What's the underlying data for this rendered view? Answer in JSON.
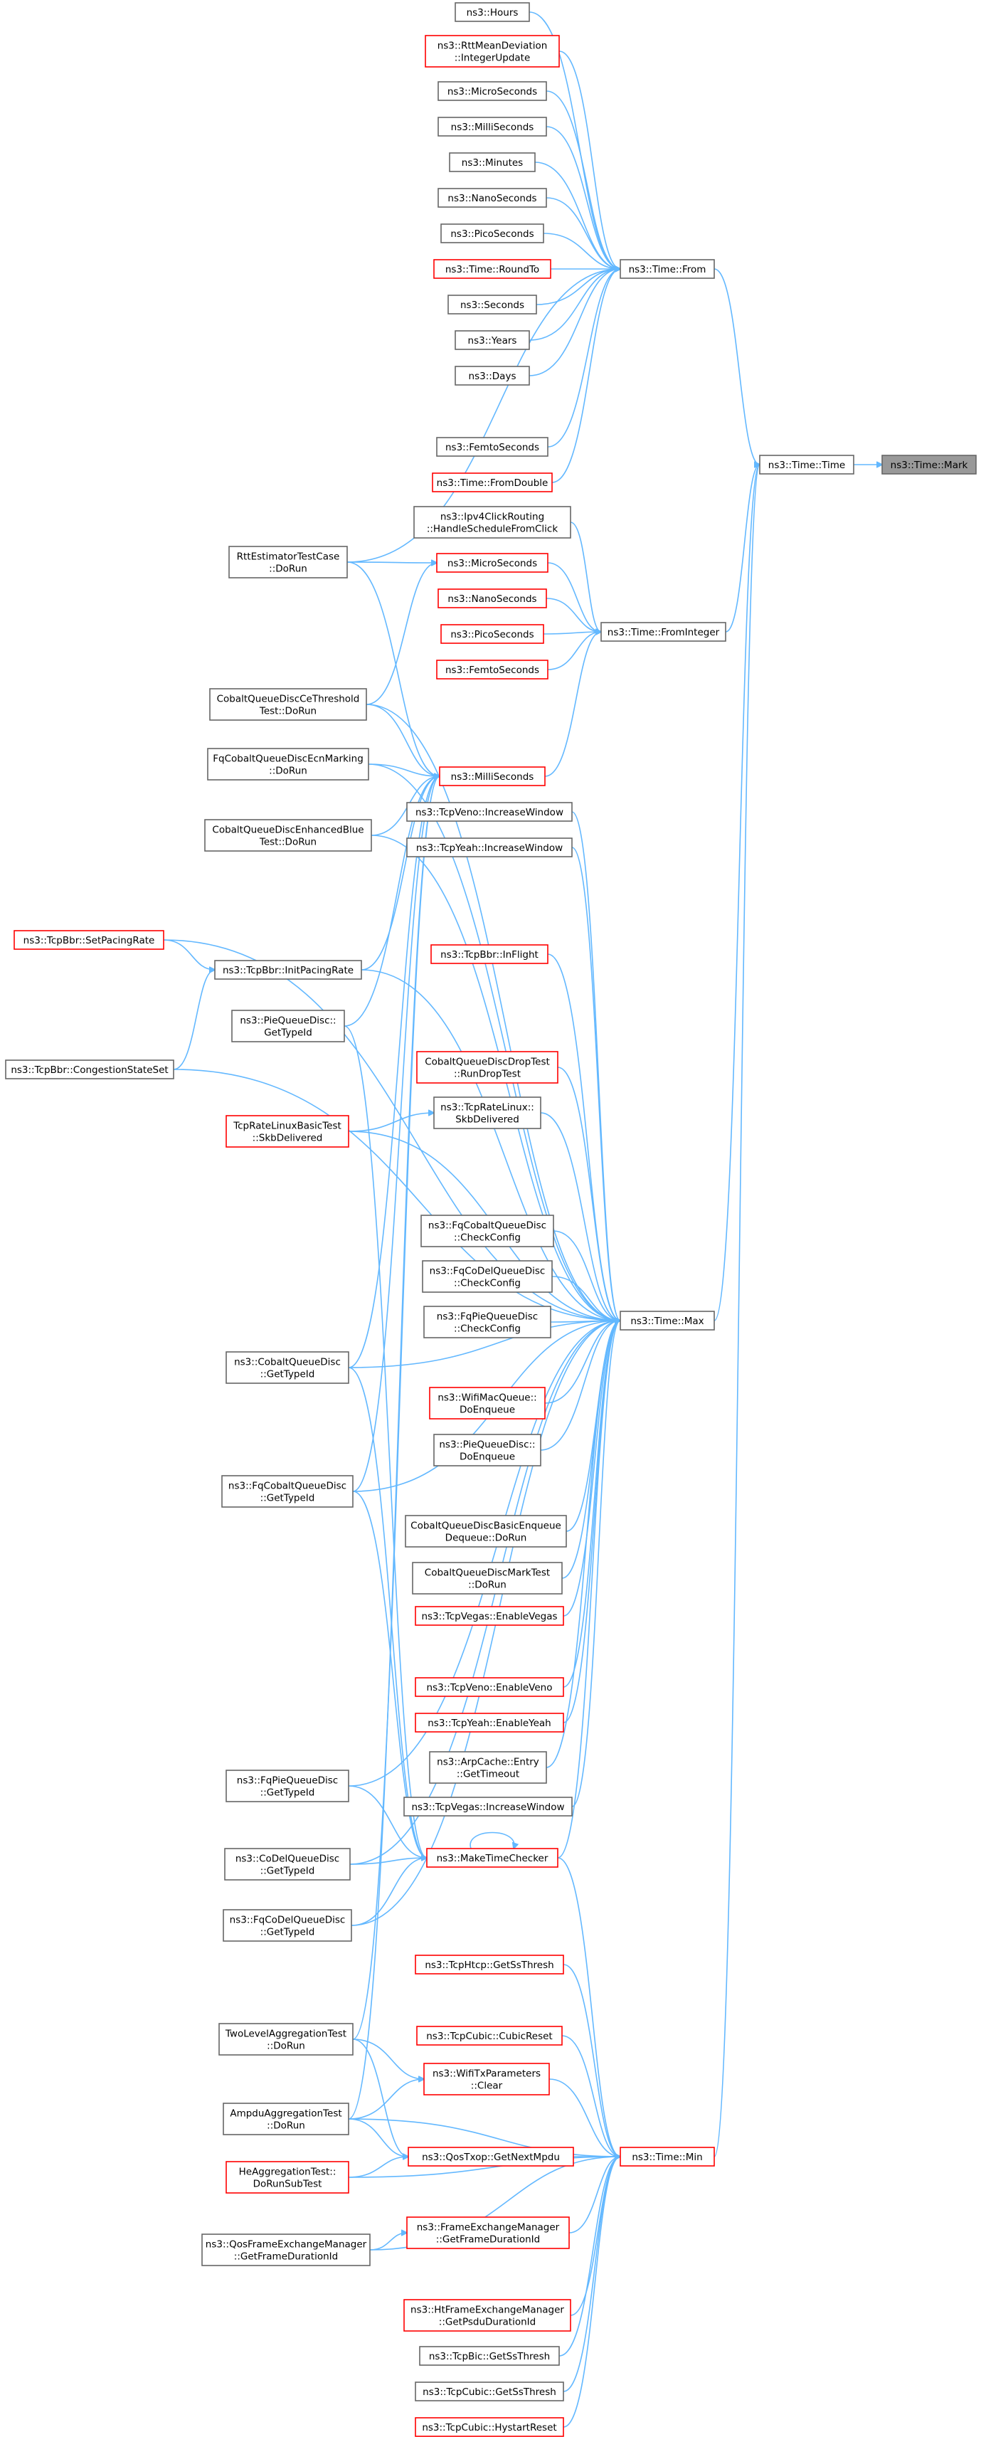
{
  "graph": {
    "nodes": [
      {
        "id": "Mark",
        "lines": [
          "ns3::Time::Mark"
        ],
        "style": "sel"
      },
      {
        "id": "Time",
        "lines": [
          "ns3::Time::Time"
        ],
        "style": "normal"
      },
      {
        "id": "From",
        "lines": [
          "ns3::Time::From"
        ],
        "style": "normal"
      },
      {
        "id": "FromInteger",
        "lines": [
          "ns3::Time::FromInteger"
        ],
        "style": "normal"
      },
      {
        "id": "Max",
        "lines": [
          "ns3::Time::Max"
        ],
        "style": "normal"
      },
      {
        "id": "Min",
        "lines": [
          "ns3::Time::Min"
        ],
        "style": "red"
      },
      {
        "id": "Hours",
        "lines": [
          "ns3::Hours"
        ],
        "style": "normal"
      },
      {
        "id": "RttMeanDev",
        "lines": [
          "ns3::RttMeanDeviation",
          "::IntegerUpdate"
        ],
        "style": "red"
      },
      {
        "id": "MicroSec1",
        "lines": [
          "ns3::MicroSeconds"
        ],
        "style": "normal"
      },
      {
        "id": "MilliSec1",
        "lines": [
          "ns3::MilliSeconds"
        ],
        "style": "normal"
      },
      {
        "id": "Minutes",
        "lines": [
          "ns3::Minutes"
        ],
        "style": "normal"
      },
      {
        "id": "NanoSec1",
        "lines": [
          "ns3::NanoSeconds"
        ],
        "style": "normal"
      },
      {
        "id": "PicoSec1",
        "lines": [
          "ns3::PicoSeconds"
        ],
        "style": "normal"
      },
      {
        "id": "RoundTo",
        "lines": [
          "ns3::Time::RoundTo"
        ],
        "style": "red"
      },
      {
        "id": "Seconds",
        "lines": [
          "ns3::Seconds"
        ],
        "style": "normal"
      },
      {
        "id": "Years",
        "lines": [
          "ns3::Years"
        ],
        "style": "normal"
      },
      {
        "id": "Days",
        "lines": [
          "ns3::Days"
        ],
        "style": "normal"
      },
      {
        "id": "FemtoSec1",
        "lines": [
          "ns3::FemtoSeconds"
        ],
        "style": "normal"
      },
      {
        "id": "FromDouble",
        "lines": [
          "ns3::Time::FromDouble"
        ],
        "style": "red"
      },
      {
        "id": "Ipv4Click",
        "lines": [
          "ns3::Ipv4ClickRouting",
          "::HandleScheduleFromClick"
        ],
        "style": "normal"
      },
      {
        "id": "MicroSec2",
        "lines": [
          "ns3::MicroSeconds"
        ],
        "style": "red"
      },
      {
        "id": "NanoSec2",
        "lines": [
          "ns3::NanoSeconds"
        ],
        "style": "red"
      },
      {
        "id": "PicoSec2",
        "lines": [
          "ns3::PicoSeconds"
        ],
        "style": "red"
      },
      {
        "id": "FemtoSec2",
        "lines": [
          "ns3::FemtoSeconds"
        ],
        "style": "red"
      },
      {
        "id": "MilliSec2",
        "lines": [
          "ns3::MilliSeconds"
        ],
        "style": "red"
      },
      {
        "id": "RttEst",
        "lines": [
          "RttEstimatorTestCase",
          "::DoRun"
        ],
        "style": "normal"
      },
      {
        "id": "CobaltCe",
        "lines": [
          "CobaltQueueDiscCeThreshold",
          "Test::DoRun"
        ],
        "style": "normal"
      },
      {
        "id": "FqCobaltEcn",
        "lines": [
          "FqCobaltQueueDiscEcnMarking",
          "::DoRun"
        ],
        "style": "normal"
      },
      {
        "id": "CobaltEnhBlue",
        "lines": [
          "CobaltQueueDiscEnhancedBlue",
          "Test::DoRun"
        ],
        "style": "normal"
      },
      {
        "id": "TcpVenoInc",
        "lines": [
          "ns3::TcpVeno::IncreaseWindow"
        ],
        "style": "normal"
      },
      {
        "id": "TcpYeahInc",
        "lines": [
          "ns3::TcpYeah::IncreaseWindow"
        ],
        "style": "normal"
      },
      {
        "id": "SetPacing",
        "lines": [
          "ns3::TcpBbr::SetPacingRate"
        ],
        "style": "red"
      },
      {
        "id": "InitPacing",
        "lines": [
          "ns3::TcpBbr::InitPacingRate"
        ],
        "style": "normal"
      },
      {
        "id": "InFlight",
        "lines": [
          "ns3::TcpBbr::InFlight"
        ],
        "style": "red"
      },
      {
        "id": "PieGetTypeId",
        "lines": [
          "ns3::PieQueueDisc::",
          "GetTypeId"
        ],
        "style": "normal"
      },
      {
        "id": "CongState",
        "lines": [
          "ns3::TcpBbr::CongestionStateSet"
        ],
        "style": "normal"
      },
      {
        "id": "CobaltDrop",
        "lines": [
          "CobaltQueueDiscDropTest",
          "::RunDropTest"
        ],
        "style": "red"
      },
      {
        "id": "TcpRateLinuxSkb",
        "lines": [
          "ns3::TcpRateLinux::",
          "SkbDelivered"
        ],
        "style": "normal"
      },
      {
        "id": "TcpRateLinuxTest",
        "lines": [
          "TcpRateLinuxBasicTest",
          "::SkbDelivered"
        ],
        "style": "red"
      },
      {
        "id": "FqCobaltCheck",
        "lines": [
          "ns3::FqCobaltQueueDisc",
          "::CheckConfig"
        ],
        "style": "normal"
      },
      {
        "id": "FqCoDelCheck",
        "lines": [
          "ns3::FqCoDelQueueDisc",
          "::CheckConfig"
        ],
        "style": "normal"
      },
      {
        "id": "FqPieCheck",
        "lines": [
          "ns3::FqPieQueueDisc",
          "::CheckConfig"
        ],
        "style": "normal"
      },
      {
        "id": "CobaltGetTypeId",
        "lines": [
          "ns3::CobaltQueueDisc",
          "::GetTypeId"
        ],
        "style": "normal"
      },
      {
        "id": "WifiMacEnq",
        "lines": [
          "ns3::WifiMacQueue::",
          "DoEnqueue"
        ],
        "style": "red"
      },
      {
        "id": "PieEnq",
        "lines": [
          "ns3::PieQueueDisc::",
          "DoEnqueue"
        ],
        "style": "normal"
      },
      {
        "id": "FqCobaltGetTypeId",
        "lines": [
          "ns3::FqCobaltQueueDisc",
          "::GetTypeId"
        ],
        "style": "normal"
      },
      {
        "id": "CobaltBasicEnq",
        "lines": [
          "CobaltQueueDiscBasicEnqueue",
          "Dequeue::DoRun"
        ],
        "style": "normal"
      },
      {
        "id": "CobaltMark",
        "lines": [
          "CobaltQueueDiscMarkTest",
          "::DoRun"
        ],
        "style": "normal"
      },
      {
        "id": "TcpVegasEnable",
        "lines": [
          "ns3::TcpVegas::EnableVegas"
        ],
        "style": "red"
      },
      {
        "id": "TcpVenoEnable",
        "lines": [
          "ns3::TcpVeno::EnableVeno"
        ],
        "style": "red"
      },
      {
        "id": "TcpYeahEnable",
        "lines": [
          "ns3::TcpYeah::EnableYeah"
        ],
        "style": "red"
      },
      {
        "id": "ArpCache",
        "lines": [
          "ns3::ArpCache::Entry",
          "::GetTimeout"
        ],
        "style": "normal"
      },
      {
        "id": "FqPieGetTypeId",
        "lines": [
          "ns3::FqPieQueueDisc",
          "::GetTypeId"
        ],
        "style": "normal"
      },
      {
        "id": "TcpVegasInc",
        "lines": [
          "ns3::TcpVegas::IncreaseWindow"
        ],
        "style": "normal"
      },
      {
        "id": "MakeTimeChecker",
        "lines": [
          "ns3::MakeTimeChecker"
        ],
        "style": "red"
      },
      {
        "id": "CoDelGetTypeId",
        "lines": [
          "ns3::CoDelQueueDisc",
          "::GetTypeId"
        ],
        "style": "normal"
      },
      {
        "id": "FqCoDelGetTypeId",
        "lines": [
          "ns3::FqCoDelQueueDisc",
          "::GetTypeId"
        ],
        "style": "normal"
      },
      {
        "id": "TcpHtcp",
        "lines": [
          "ns3::TcpHtcp::GetSsThresh"
        ],
        "style": "red"
      },
      {
        "id": "TwoLevelAgg",
        "lines": [
          "TwoLevelAggregationTest",
          "::DoRun"
        ],
        "style": "normal"
      },
      {
        "id": "CubicReset",
        "lines": [
          "ns3::TcpCubic::CubicReset"
        ],
        "style": "red"
      },
      {
        "id": "WifiTxClear",
        "lines": [
          "ns3::WifiTxParameters",
          "::Clear"
        ],
        "style": "red"
      },
      {
        "id": "AmpduAgg",
        "lines": [
          "AmpduAggregationTest",
          "::DoRun"
        ],
        "style": "normal"
      },
      {
        "id": "QosTxop",
        "lines": [
          "ns3::QosTxop::GetNextMpdu"
        ],
        "style": "red"
      },
      {
        "id": "HeAgg",
        "lines": [
          "HeAggregationTest::",
          "DoRunSubTest"
        ],
        "style": "red"
      },
      {
        "id": "FemGetFrame",
        "lines": [
          "ns3::FrameExchangeManager",
          "::GetFrameDurationId"
        ],
        "style": "red"
      },
      {
        "id": "QosFem",
        "lines": [
          "ns3::QosFrameExchangeManager",
          "::GetFrameDurationId"
        ],
        "style": "normal"
      },
      {
        "id": "HtFem",
        "lines": [
          "ns3::HtFrameExchangeManager",
          "::GetPsduDurationId"
        ],
        "style": "red"
      },
      {
        "id": "TcpBic",
        "lines": [
          "ns3::TcpBic::GetSsThresh"
        ],
        "style": "normal"
      },
      {
        "id": "TcpCubicSs",
        "lines": [
          "ns3::TcpCubic::GetSsThresh"
        ],
        "style": "normal"
      },
      {
        "id": "HystartReset",
        "lines": [
          "ns3::TcpCubic::HystartReset"
        ],
        "style": "red"
      }
    ],
    "edges": [
      [
        "Time",
        "Mark"
      ],
      [
        "From",
        "Time"
      ],
      [
        "FromInteger",
        "Time"
      ],
      [
        "Max",
        "Time"
      ],
      [
        "Min",
        "Time"
      ],
      [
        "Hours",
        "From"
      ],
      [
        "RttMeanDev",
        "From"
      ],
      [
        "MicroSec1",
        "From"
      ],
      [
        "MilliSec1",
        "From"
      ],
      [
        "Minutes",
        "From"
      ],
      [
        "NanoSec1",
        "From"
      ],
      [
        "PicoSec1",
        "From"
      ],
      [
        "RoundTo",
        "From"
      ],
      [
        "Seconds",
        "From"
      ],
      [
        "Years",
        "From"
      ],
      [
        "Days",
        "From"
      ],
      [
        "FemtoSec1",
        "From"
      ],
      [
        "FromDouble",
        "From"
      ],
      [
        "RttEst",
        "From"
      ],
      [
        "Ipv4Click",
        "FromInteger"
      ],
      [
        "MicroSec2",
        "FromInteger"
      ],
      [
        "NanoSec2",
        "FromInteger"
      ],
      [
        "PicoSec2",
        "FromInteger"
      ],
      [
        "FemtoSec2",
        "FromInteger"
      ],
      [
        "MilliSec2",
        "FromInteger"
      ],
      [
        "RttEst",
        "MicroSec2"
      ],
      [
        "CobaltCe",
        "MicroSec2"
      ],
      [
        "RttEst",
        "MilliSec2"
      ],
      [
        "CobaltCe",
        "MilliSec2"
      ],
      [
        "FqCobaltEcn",
        "MilliSec2"
      ],
      [
        "CobaltEnhBlue",
        "MilliSec2"
      ],
      [
        "InitPacing",
        "MilliSec2"
      ],
      [
        "PieGetTypeId",
        "MilliSec2"
      ],
      [
        "CobaltGetTypeId",
        "MilliSec2"
      ],
      [
        "FqCobaltGetTypeId",
        "MilliSec2"
      ],
      [
        "SetPacing",
        "InitPacing"
      ],
      [
        "CongState",
        "InitPacing"
      ],
      [
        "TcpRateLinuxTest",
        "TcpRateLinuxSkb"
      ],
      [
        "CobaltCe",
        "Max"
      ],
      [
        "FqCobaltEcn",
        "Max"
      ],
      [
        "CobaltEnhBlue",
        "Max"
      ],
      [
        "TcpVenoInc",
        "Max"
      ],
      [
        "TcpYeahInc",
        "Max"
      ],
      [
        "SetPacing",
        "Max"
      ],
      [
        "InitPacing",
        "Max"
      ],
      [
        "InFlight",
        "Max"
      ],
      [
        "CongState",
        "Max"
      ],
      [
        "CobaltDrop",
        "Max"
      ],
      [
        "TcpRateLinuxSkb",
        "Max"
      ],
      [
        "TcpRateLinuxTest",
        "Max"
      ],
      [
        "FqCobaltCheck",
        "Max"
      ],
      [
        "FqCoDelCheck",
        "Max"
      ],
      [
        "FqPieCheck",
        "Max"
      ],
      [
        "CobaltGetTypeId",
        "Max"
      ],
      [
        "WifiMacEnq",
        "Max"
      ],
      [
        "PieEnq",
        "Max"
      ],
      [
        "FqCobaltGetTypeId",
        "Max"
      ],
      [
        "CobaltBasicEnq",
        "Max"
      ],
      [
        "CobaltMark",
        "Max"
      ],
      [
        "TcpVegasEnable",
        "Max"
      ],
      [
        "TcpVenoEnable",
        "Max"
      ],
      [
        "TcpYeahEnable",
        "Max"
      ],
      [
        "ArpCache",
        "Max"
      ],
      [
        "FqPieGetTypeId",
        "Max"
      ],
      [
        "TcpVegasInc",
        "Max"
      ],
      [
        "MakeTimeChecker",
        "Max"
      ],
      [
        "CoDelGetTypeId",
        "Max"
      ],
      [
        "FqCoDelGetTypeId",
        "Max"
      ],
      [
        "PieGetTypeId",
        "MakeTimeChecker"
      ],
      [
        "CobaltGetTypeId",
        "MakeTimeChecker"
      ],
      [
        "FqCobaltGetTypeId",
        "MakeTimeChecker"
      ],
      [
        "FqPieGetTypeId",
        "MakeTimeChecker"
      ],
      [
        "CoDelGetTypeId",
        "MakeTimeChecker"
      ],
      [
        "FqCoDelGetTypeId",
        "MakeTimeChecker"
      ],
      [
        "MakeTimeChecker",
        "MakeTimeChecker"
      ],
      [
        "TwoLevelAgg",
        "MilliSec2"
      ],
      [
        "AmpduAgg",
        "MilliSec2"
      ],
      [
        "MakeTimeChecker",
        "Min"
      ],
      [
        "TcpHtcp",
        "Min"
      ],
      [
        "CubicReset",
        "Min"
      ],
      [
        "WifiTxClear",
        "Min"
      ],
      [
        "AmpduAgg",
        "Min"
      ],
      [
        "QosTxop",
        "Min"
      ],
      [
        "HeAgg",
        "Min"
      ],
      [
        "FemGetFrame",
        "Min"
      ],
      [
        "QosFem",
        "Min"
      ],
      [
        "HtFem",
        "Min"
      ],
      [
        "TcpBic",
        "Min"
      ],
      [
        "TcpCubicSs",
        "Min"
      ],
      [
        "HystartReset",
        "Min"
      ],
      [
        "TwoLevelAgg",
        "WifiTxClear"
      ],
      [
        "TwoLevelAgg",
        "QosTxop"
      ],
      [
        "AmpduAgg",
        "WifiTxClear"
      ],
      [
        "AmpduAgg",
        "QosTxop"
      ],
      [
        "HeAgg",
        "QosTxop"
      ],
      [
        "QosFem",
        "FemGetFrame"
      ]
    ]
  },
  "colors": {
    "edge": "#63b8ff",
    "node_border": "#666666",
    "node_border_red": "#ff0000",
    "selected_fill": "#999999"
  }
}
